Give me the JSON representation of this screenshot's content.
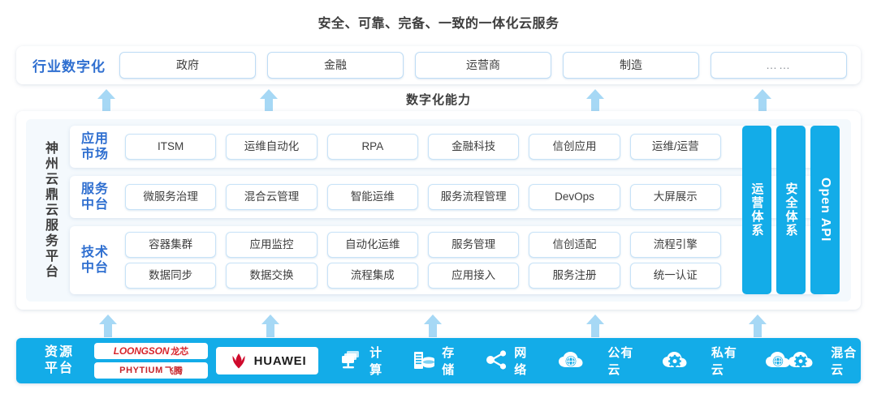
{
  "title": "安全、可靠、完备、一致的一体化云服务",
  "capability_caption": "数字化能力",
  "industry": {
    "label": "行业数字化",
    "items": [
      "政府",
      "金融",
      "运营商",
      "制造",
      "……"
    ]
  },
  "platform": {
    "vertical_label": "神州云鼎云服务平台",
    "tiers": [
      {
        "name": "app-market",
        "label": "应用\n市场",
        "label_line1": "应用",
        "label_line2": "市场",
        "rows": [
          [
            "ITSM",
            "运维自动化",
            "RPA",
            "金融科技",
            "信创应用",
            "运维/运营"
          ]
        ]
      },
      {
        "name": "service-middle",
        "label_line1": "服务",
        "label_line2": "中台",
        "rows": [
          [
            "微服务治理",
            "混合云管理",
            "智能运维",
            "服务流程管理",
            "DevOps",
            "大屏展示"
          ]
        ]
      },
      {
        "name": "tech-middle",
        "label_line1": "技术",
        "label_line2": "中台",
        "rows": [
          [
            "容器集群",
            "应用监控",
            "自动化运维",
            "服务管理",
            "信创适配",
            "流程引擎"
          ],
          [
            "数据同步",
            "数据交换",
            "流程集成",
            "应用接入",
            "服务注册",
            "统一认证"
          ]
        ]
      }
    ],
    "pillars": [
      {
        "name": "ops-system",
        "label": "运营体系",
        "orientation": "cn"
      },
      {
        "name": "security-system",
        "label": "安全体系",
        "orientation": "cn"
      },
      {
        "name": "open-api",
        "label": "Open API",
        "orientation": "en"
      }
    ]
  },
  "resource": {
    "label_line1": "资源",
    "label_line2": "平台",
    "vendors": [
      {
        "name": "loongson",
        "main": "LOONGSON",
        "cn": "龙芯"
      },
      {
        "name": "phytium",
        "main": "PHYTIUM",
        "cn": "飞腾"
      },
      {
        "name": "huawei",
        "main": "HUAWEI",
        "cn": ""
      }
    ],
    "items": [
      {
        "name": "compute",
        "label": "计算",
        "icon": "server-stack-icon"
      },
      {
        "name": "storage",
        "label": "存储",
        "icon": "storage-disk-icon"
      },
      {
        "name": "network",
        "label": "网络",
        "icon": "network-nodes-icon"
      },
      {
        "name": "public-cloud",
        "label": "公有云",
        "icon": "cloud-globe-icon"
      },
      {
        "name": "private-cloud",
        "label": "私有云",
        "icon": "cloud-gear-icon"
      },
      {
        "name": "hybrid-cloud",
        "label": "混合云",
        "icon": "cloud-globe-gear-icon"
      }
    ]
  },
  "arrows": {
    "upper": [
      120,
      320,
      725,
      932
    ],
    "lower": [
      128,
      328,
      528,
      728,
      928
    ]
  },
  "colors": {
    "brand_blue": "#13ACE8",
    "label_blue": "#2f6fd0",
    "arrow_blue": "#a6d8f5",
    "chip_border": "#c7e2f7",
    "panel_bg": "#f4f9fd",
    "text": "#3d3d3d",
    "loongson_red": "#d8262c",
    "huawei_red": "#cf0a2c"
  }
}
